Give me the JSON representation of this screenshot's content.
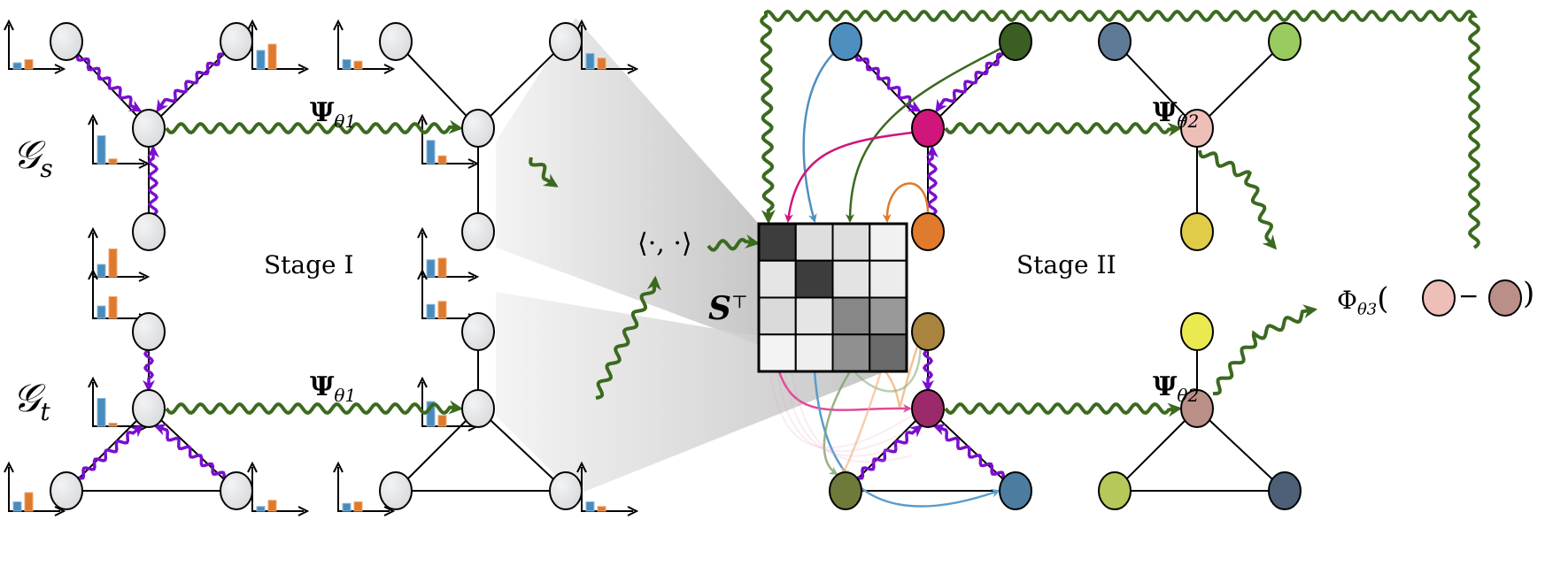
{
  "labels": {
    "graph_source": "𝒢",
    "graph_source_sub": "s",
    "graph_target": "𝒢",
    "graph_target_sub": "t",
    "stage_one": "Stage I",
    "stage_two": "Stage II",
    "psi_symbol": "Ψ",
    "psi_theta1_sub": "θ1",
    "psi_theta2_sub": "θ2",
    "inner_product": "⟨·, ·⟩",
    "similarity_matrix": "S",
    "similarity_matrix_sup": "⊤",
    "phi_symbol": "Φ",
    "phi_sub": "θ3",
    "phi_open": "(",
    "phi_minus": "−",
    "phi_close": ")"
  },
  "colors": {
    "message_passing": "#7a0fcf",
    "flow": "#3b6a1f",
    "node_default": "#e4e5e7",
    "hist_blue": "#4a8bbd",
    "hist_orange": "#de7a2e"
  },
  "similarity_matrix": [
    [
      0.82,
      0.12,
      0.12,
      0.04
    ],
    [
      0.09,
      0.82,
      0.1,
      0.06
    ],
    [
      0.14,
      0.09,
      0.5,
      0.42
    ],
    [
      0.03,
      0.05,
      0.46,
      0.62
    ]
  ],
  "histograms": {
    "source": [
      [
        0.2,
        0.3
      ],
      [
        0.6,
        0.8
      ],
      [
        0.9,
        0.15
      ],
      [
        0.4,
        0.9
      ]
    ],
    "source_stage1_out": [
      [
        0.3,
        0.25
      ],
      [
        0.5,
        0.35
      ],
      [
        0.75,
        0.25
      ],
      [
        0.55,
        0.6
      ]
    ],
    "target": [
      [
        0.4,
        0.7
      ],
      [
        0.9,
        0.1
      ],
      [
        0.3,
        0.6
      ],
      [
        0.15,
        0.35
      ]
    ],
    "target_stage1_out": [
      [
        0.45,
        0.55
      ],
      [
        0.8,
        0.35
      ],
      [
        0.25,
        0.3
      ],
      [
        0.3,
        0.15
      ]
    ]
  },
  "stage2_source_colors": [
    "#4f8fbf",
    "#3b5e23",
    "#d0167a",
    "#e07a2c"
  ],
  "stage2_target_colors": [
    "#a8843e",
    "#9c2a6a",
    "#6e7a3a",
    "#4c7ca0"
  ],
  "output_source_colors": [
    "#5f7a96",
    "#9acb5e",
    "#eebfb8",
    "#e0cc48"
  ],
  "output_target_colors": [
    "#eaea50",
    "#b98f88",
    "#b6c85a",
    "#4e6078"
  ],
  "phi_inputs_colors": [
    "#eebfb8",
    "#b98f88"
  ]
}
